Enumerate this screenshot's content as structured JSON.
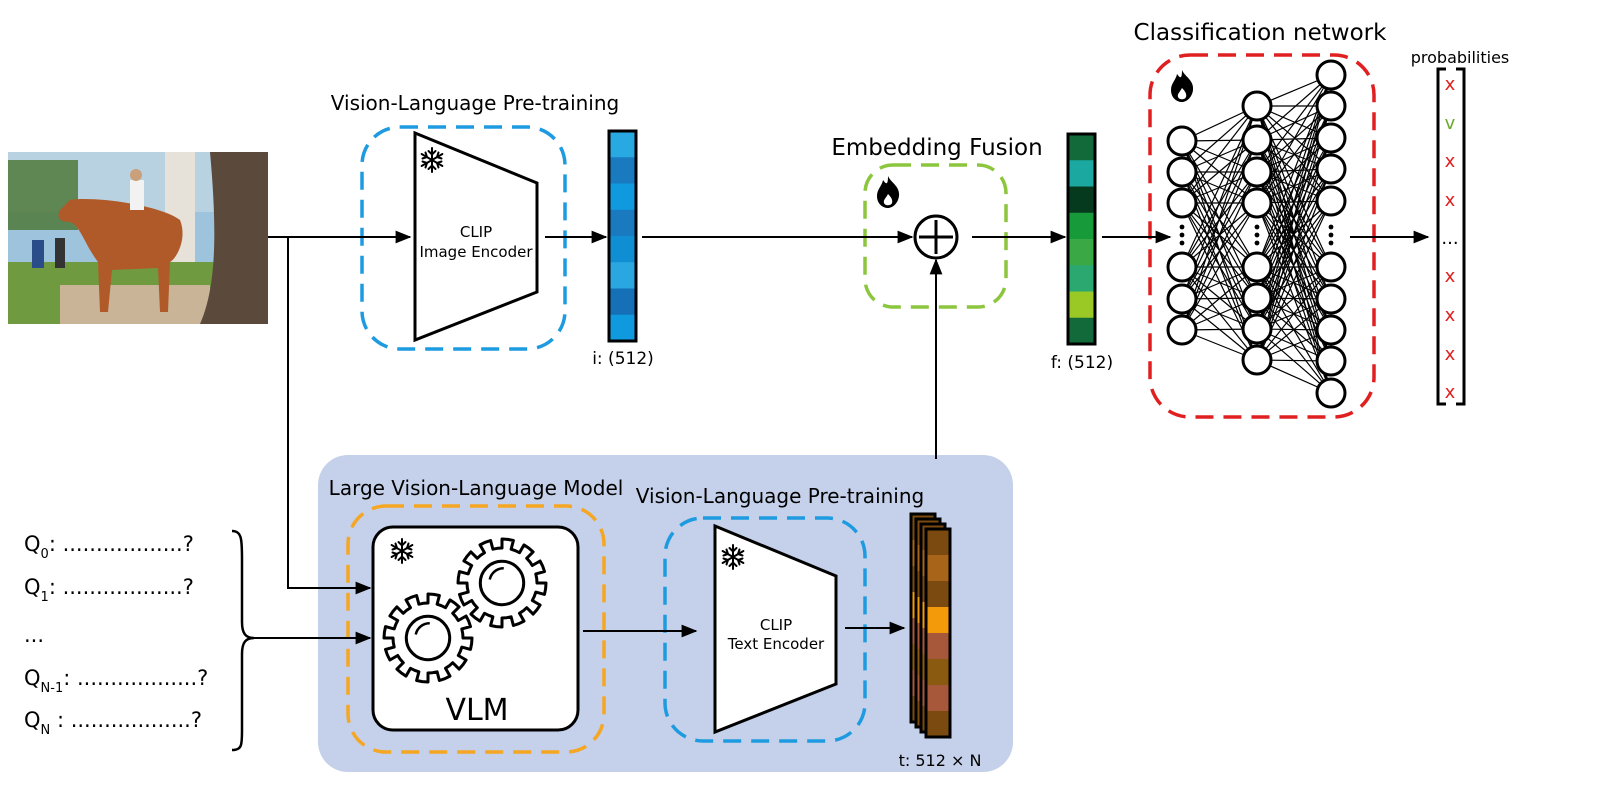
{
  "titles": {
    "vlp_top": "Vision-Language Pre-training",
    "embedding_fusion": "Embedding Fusion",
    "classification_network": "Classification network",
    "probabilities": "probabilities",
    "lvlm": "Large Vision-Language Model",
    "vlp_bottom": "Vision-Language Pre-training"
  },
  "encoders": {
    "image": [
      "CLIP",
      "Image Encoder"
    ],
    "text": [
      "CLIP",
      "Text Encoder"
    ],
    "vlm": "VLM"
  },
  "vectors": {
    "image_embedding": "i: (512)",
    "fused_embedding": "f: (512)",
    "text_embeddings": "t: 512 × N"
  },
  "questions": [
    {
      "q": "Q",
      "sub": "0",
      "text": ": ..................?"
    },
    {
      "q": "Q",
      "sub": "1",
      "text": ": ..................?"
    },
    {
      "q": "...",
      "sub": "",
      "text": ""
    },
    {
      "q": "Q",
      "sub": "N-1",
      "text": ": ..................?"
    },
    {
      "q": "Q",
      "sub": "N",
      "text": "  : ..................?"
    }
  ],
  "probabilities": [
    {
      "mark": "x",
      "color": "#e02020"
    },
    {
      "mark": "v",
      "color": "#6aaa2a"
    },
    {
      "mark": "x",
      "color": "#e02020"
    },
    {
      "mark": "x",
      "color": "#e02020"
    },
    {
      "mark": "...",
      "color": "#000000"
    },
    {
      "mark": "x",
      "color": "#e02020"
    },
    {
      "mark": "x",
      "color": "#e02020"
    },
    {
      "mark": "x",
      "color": "#e02020"
    },
    {
      "mark": "x",
      "color": "#e02020"
    }
  ],
  "colors": {
    "blue_dash": "#1e9be0",
    "green_dash": "#8cc63f",
    "orange_dash": "#f5a623",
    "red_dash": "#e02020",
    "lvlm_bg": "#c5d1ea",
    "image_vec": [
      "#29a9e1",
      "#1a7ac0",
      "#0f9ae0",
      "#1a7ac0",
      "#0f8ed4",
      "#2aa6e0",
      "#1670b8",
      "#0f9ae0"
    ],
    "fused_vec": [
      "#126a3a",
      "#1aa8a0",
      "#063a1e",
      "#169a3a",
      "#3aa844",
      "#2aa870",
      "#9ac824",
      "#126a3a"
    ],
    "text_vec": [
      "#7a4a10",
      "#a86418",
      "#7a4a10",
      "#f39a0a",
      "#a8583a",
      "#8a5a10",
      "#a8583a",
      "#7a4a10"
    ]
  },
  "icons": [
    "snowflake-icon",
    "flame-icon",
    "gear-icon",
    "plus-circle-icon",
    "photo"
  ]
}
